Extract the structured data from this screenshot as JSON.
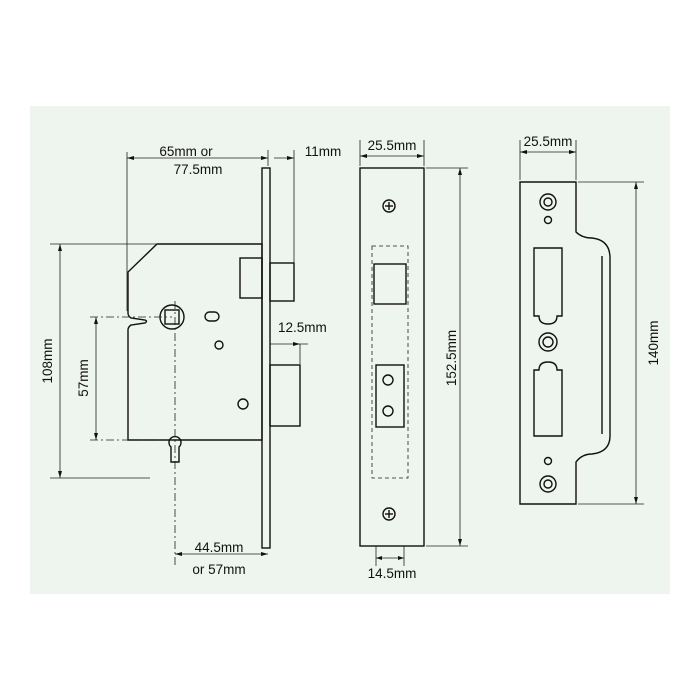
{
  "background_color": "#eef4ee",
  "line_color": "#111111",
  "dimensions": {
    "backset_top": "65mm or",
    "backset_top_alt": "77.5mm",
    "latch_throw": "11mm",
    "bolt_throw": "12.5mm",
    "forend_width": "25.5mm",
    "strike_width": "25.5mm",
    "case_height": "108mm",
    "centres": "57mm",
    "forend_height": "152.5mm",
    "strike_height": "140mm",
    "backset_bottom": "44.5mm",
    "backset_bottom_alt": "or 57mm",
    "bolt_width": "14.5mm"
  }
}
